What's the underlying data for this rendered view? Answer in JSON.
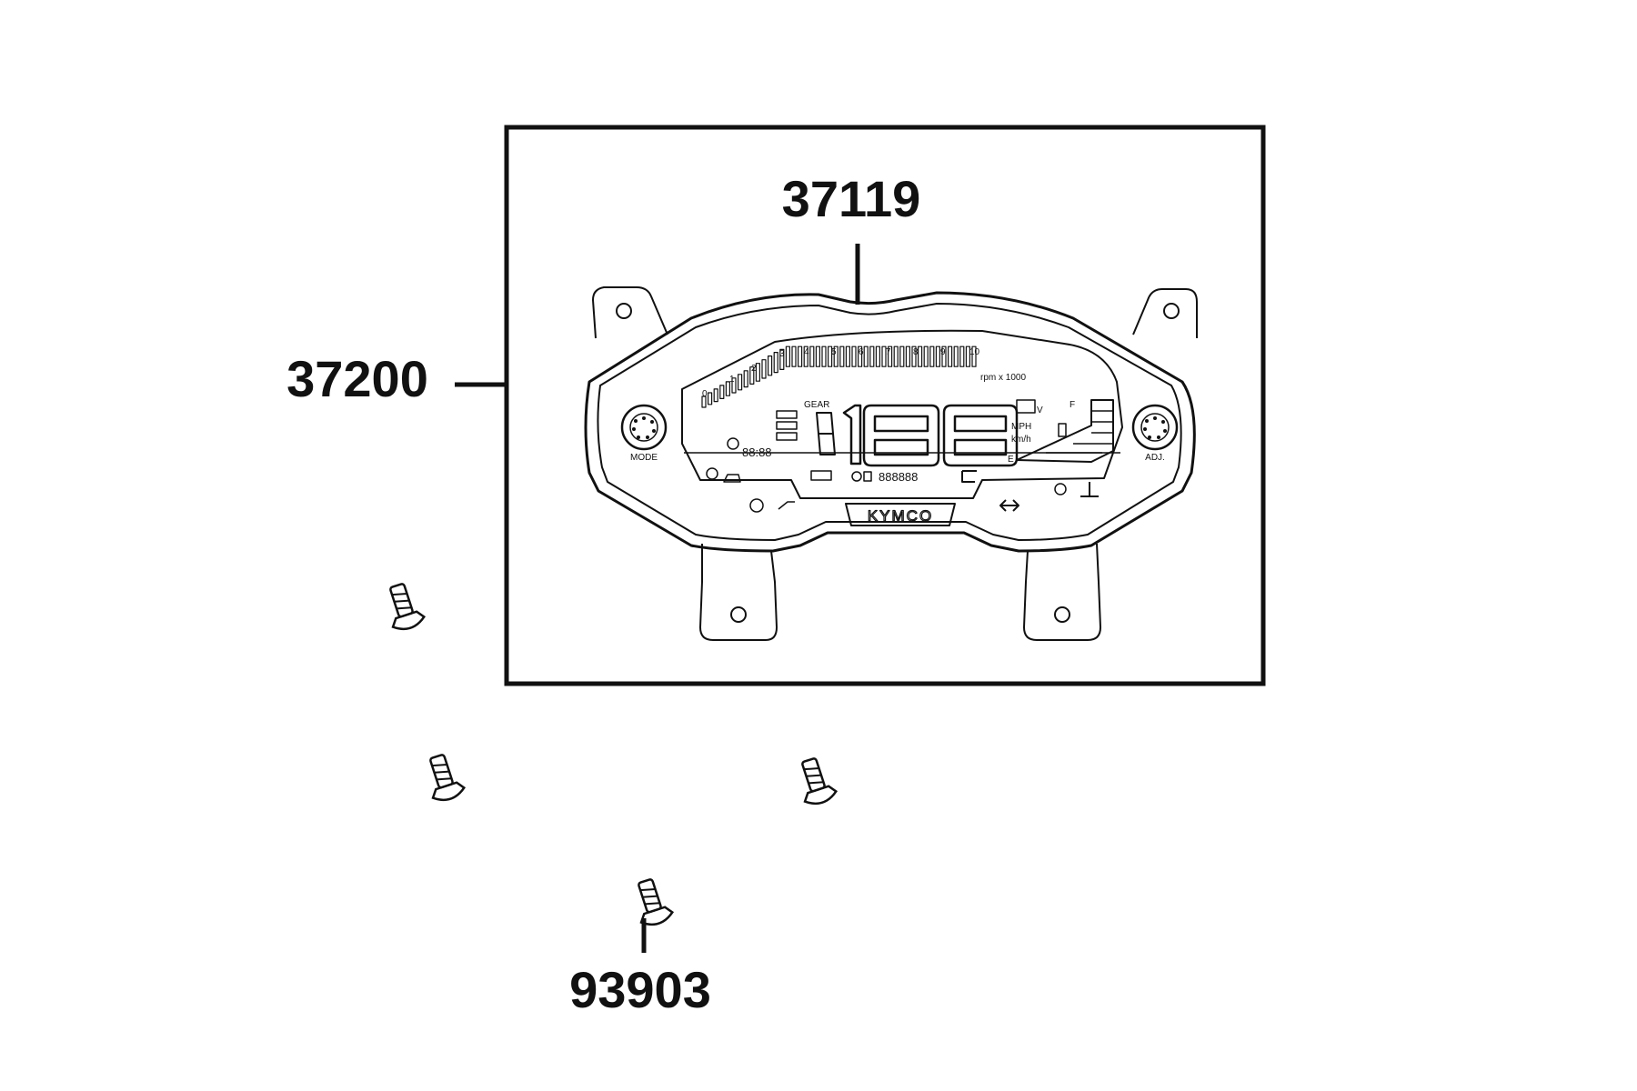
{
  "parts": [
    {
      "number": "37119",
      "name_id": "label-37119"
    },
    {
      "number": "37200",
      "name_id": "label-37200"
    },
    {
      "number": "93903",
      "name_id": "label-93903"
    }
  ],
  "meter": {
    "brand_logo": "KYMCO",
    "rpm_scale": [
      "0",
      "1",
      "2",
      "3",
      "4",
      "5",
      "6",
      "7",
      "8",
      "9",
      "10"
    ],
    "rpm_unit": "rpm x 1000",
    "gear_label": "GEAR",
    "left_button_label": "MODE",
    "right_button_label": "ADJ.",
    "speed_units": [
      "MPH",
      "km/h"
    ],
    "volt_unit": "V",
    "fuel_full": "F",
    "fuel_empty": "E",
    "clock_display": "88:88",
    "odometer_display": "888888"
  }
}
